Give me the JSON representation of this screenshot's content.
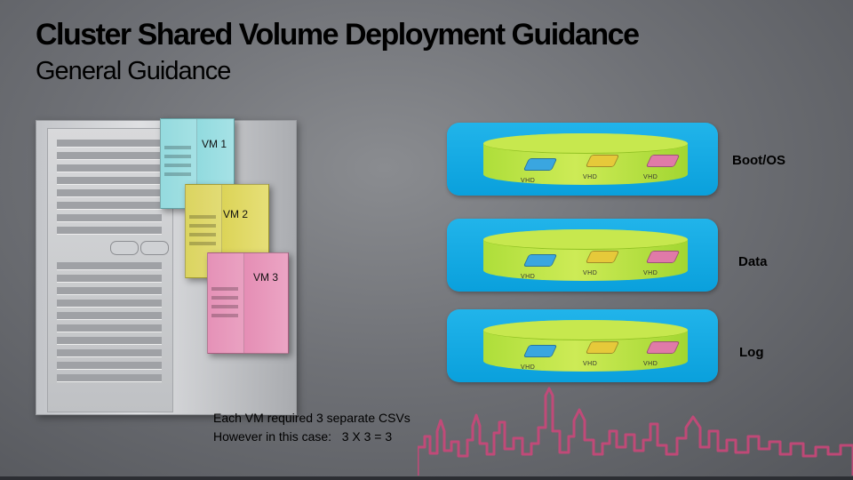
{
  "slide": {
    "title": "Cluster Shared Volume Deployment Guidance",
    "subtitle": "General Guidance"
  },
  "vms": [
    {
      "label": "VM 1",
      "color": "#7dd3d7"
    },
    {
      "label": "VM 2",
      "color": "#d4cb3e"
    },
    {
      "label": "VM 3",
      "color": "#e07aa8"
    }
  ],
  "csvs": [
    {
      "label": "Boot/OS",
      "disks": [
        "VHD",
        "VHD",
        "VHD"
      ]
    },
    {
      "label": "Data",
      "disks": [
        "VHD",
        "VHD",
        "VHD"
      ]
    },
    {
      "label": "Log",
      "disks": [
        "VHD",
        "VHD",
        "VHD"
      ]
    }
  ],
  "caption": {
    "line1": "Each VM required 3 separate CSVs",
    "line2": "However in this case:   3 X 3 = 3"
  },
  "colors": {
    "csv_blue": "#13a9e4",
    "disk_green": "#b9e045",
    "vhd_blue": "#3aa6e0",
    "vhd_yellow": "#e6c93a",
    "vhd_pink": "#e07aa8",
    "skyline_pink": "#d0457a"
  }
}
